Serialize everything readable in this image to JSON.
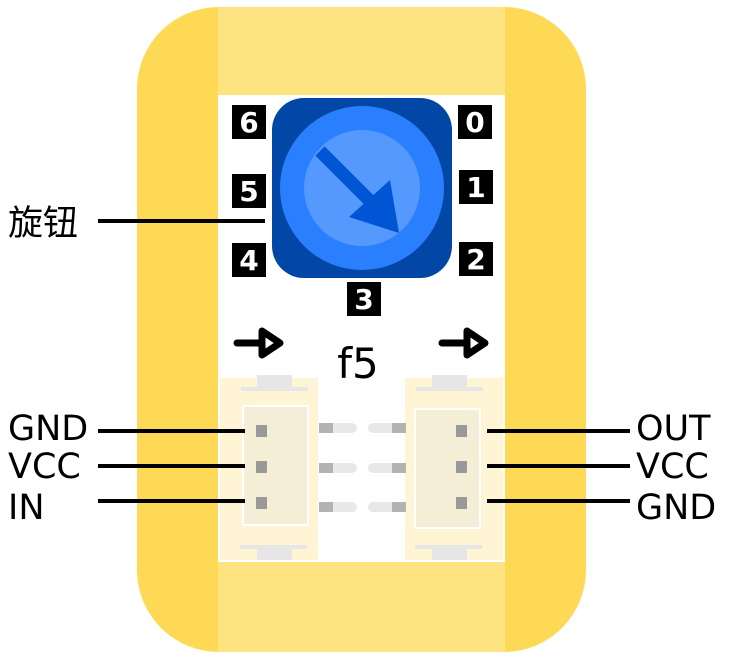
{
  "module": {
    "name": "f5",
    "knob_label": "旋钮",
    "positions": [
      "0",
      "1",
      "2",
      "3",
      "4",
      "5",
      "6"
    ],
    "left_pins": [
      "GND",
      "VCC",
      "IN"
    ],
    "right_pins": [
      "OUT",
      "VCC",
      "GND"
    ]
  },
  "colors": {
    "board": "#fdd956",
    "strip": "#fde481",
    "knob_base": "#0347a6",
    "knob_ring": "#2a7fff",
    "knob_face": "#5599ff",
    "knob_arrow": "#0055d4"
  }
}
